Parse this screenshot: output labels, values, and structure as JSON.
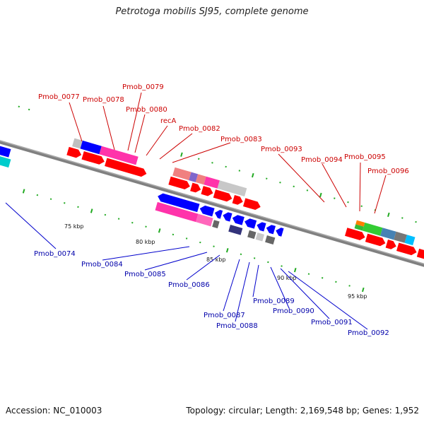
{
  "title": "Petrotoga mobilis SJ95, complete genome",
  "footer": {
    "accession": "Accession: NC_010003",
    "stats": "Topology: circular; Length: 2,169,548 bp; Genes: 1,952"
  },
  "scale_labels": [
    "75 kbp",
    "80 kbp",
    "85 kbp",
    "90 kbp",
    "95 kbp"
  ],
  "colors": {
    "forward_label": "#cc0000",
    "reverse_label": "#0000aa",
    "forward_cds": "#ff0000",
    "reverse_cds": "#0000ff",
    "backbone": "#808080",
    "tick": "#22aa22"
  },
  "forward_labels": [
    "Pmob_0077",
    "Pmob_0078",
    "Pmob_0079",
    "Pmob_0080",
    "recA",
    "Pmob_0082",
    "Pmob_0083",
    "Pmob_0093",
    "Pmob_0094",
    "Pmob_0095",
    "Pmob_0096"
  ],
  "reverse_labels": [
    "Pmob_0074",
    "Pmob_0084",
    "Pmob_0085",
    "Pmob_0086",
    "Pmob_0087",
    "Pmob_0088",
    "Pmob_0089",
    "Pmob_0090",
    "Pmob_0091",
    "Pmob_0092"
  ]
}
